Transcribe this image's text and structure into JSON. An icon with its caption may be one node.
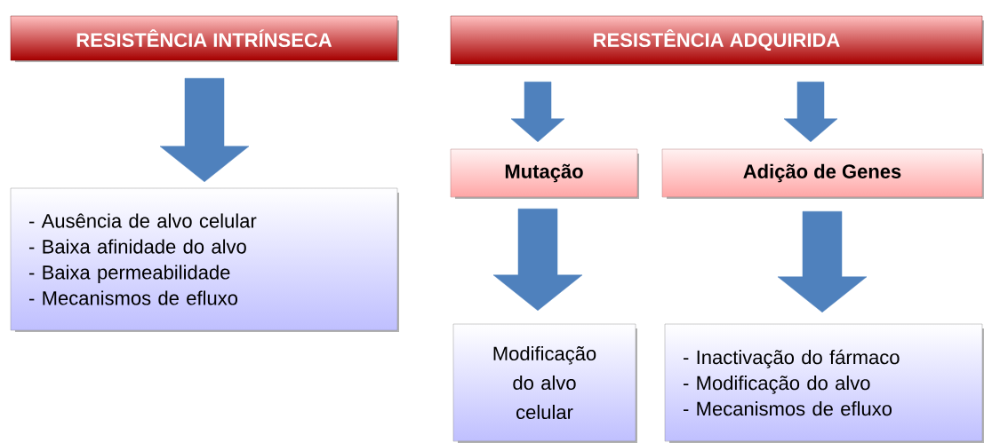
{
  "diagram": {
    "nodes": [
      {
        "text": [
          "RESISTÊNCIA INTRÍNSECA"
        ]
      },
      {
        "text": [
          "- Ausência de alvo celular",
          "- Baixa afinidade do alvo",
          "- Baixa permeabilidade",
          "- Mecanismos de efluxo"
        ]
      },
      {
        "text": [
          "RESISTÊNCIA ADQUIRIDA"
        ]
      },
      {
        "text": [
          "Mutação"
        ]
      },
      {
        "text": [
          "Adição de Genes"
        ]
      },
      {
        "text": [
          "Modificação do alvo celular"
        ]
      },
      {
        "text": [
          "- Inactivação do fármaco",
          "- Modificação do alvo",
          "- Mecanismos de efluxo"
        ]
      }
    ],
    "edges": [
      {
        "from": 0,
        "to": 1,
        "arrow": "to"
      },
      {
        "from": 2,
        "to": 3,
        "arrow": "to"
      },
      {
        "from": 2,
        "to": 4,
        "arrow": "to"
      },
      {
        "from": 3,
        "to": 5,
        "arrow": "to"
      },
      {
        "from": 4,
        "to": 6,
        "arrow": "to"
      }
    ]
  }
}
